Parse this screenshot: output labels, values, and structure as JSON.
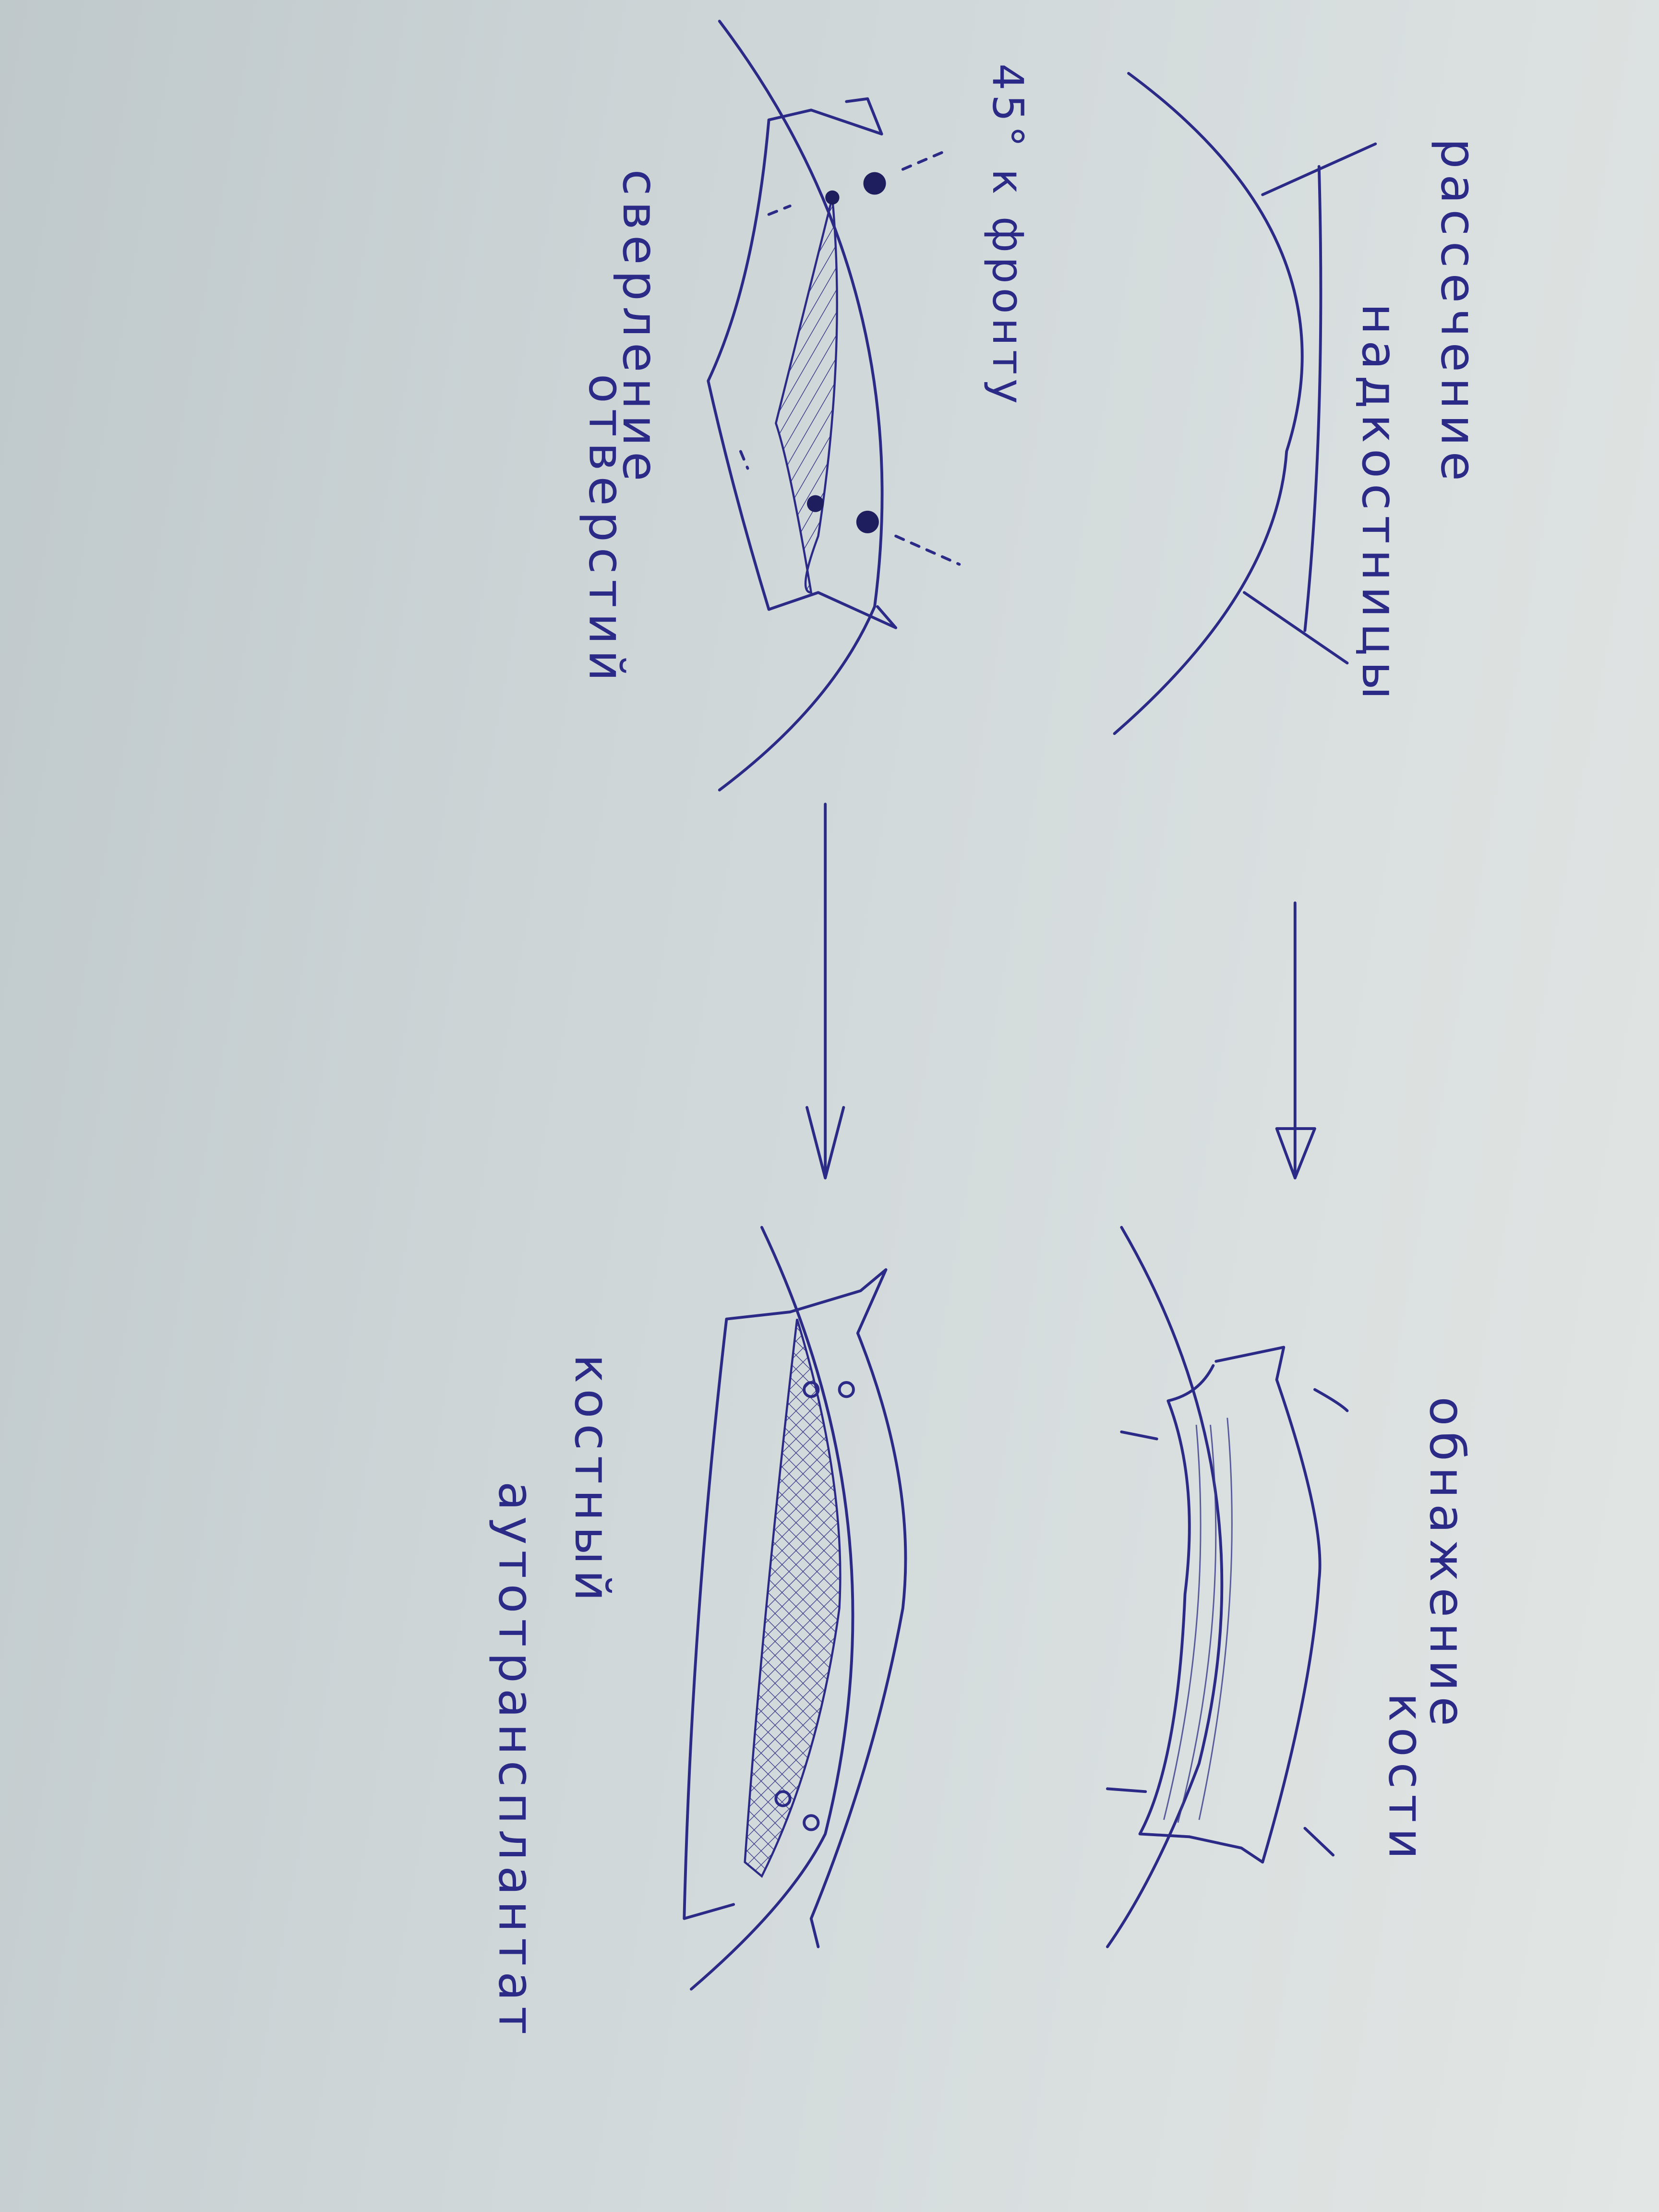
{
  "labels": {
    "step1_line1": "рассечение",
    "step1_line2": "надкостницы",
    "step2_angle": "45° к фронту",
    "step2_line1": "сверление",
    "step2_line2": "отверстий",
    "step3_line1": "обнажение",
    "step3_line2": "кости",
    "step4_line1": "костный",
    "step4_line2": "аутотрансплантат"
  },
  "colors": {
    "ink": "#2b2a86",
    "paper": "#d6dcdc"
  }
}
